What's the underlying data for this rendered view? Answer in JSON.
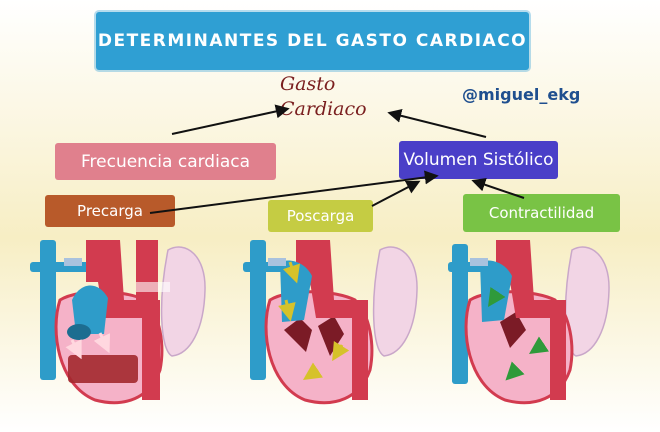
{
  "title": "DETERMINANTES DEL GASTO CARDIACO",
  "output": {
    "line1": "Gasto",
    "line2": "Cardiaco"
  },
  "author_handle": "@miguel_ekg",
  "nodes": {
    "frecuencia": "Frecuencia cardiaca",
    "volumen": "Volumen Sistólico",
    "precarga": "Precarga",
    "poscarga": "Poscarga",
    "contractilidad": "Contractilidad"
  },
  "colors": {
    "title_bg": "#2f9fd3",
    "frecuencia_bg": "#e0808d",
    "volumen_bg": "#4a3fc8",
    "precarga_bg": "#b85a2a",
    "poscarga_bg": "#c5cc43",
    "contractilidad_bg": "#79c345",
    "vessel_blue": "#2e9cc9",
    "aorta_red": "#d23b4f",
    "heart_pink": "#f5b2c8",
    "lung_pink": "#f2d5e5"
  },
  "hearts": [
    {
      "id": "precarga",
      "icon": "heart-precarga-icon"
    },
    {
      "id": "poscarga",
      "icon": "heart-poscarga-icon"
    },
    {
      "id": "contractilidad",
      "icon": "heart-contractilidad-icon"
    }
  ]
}
